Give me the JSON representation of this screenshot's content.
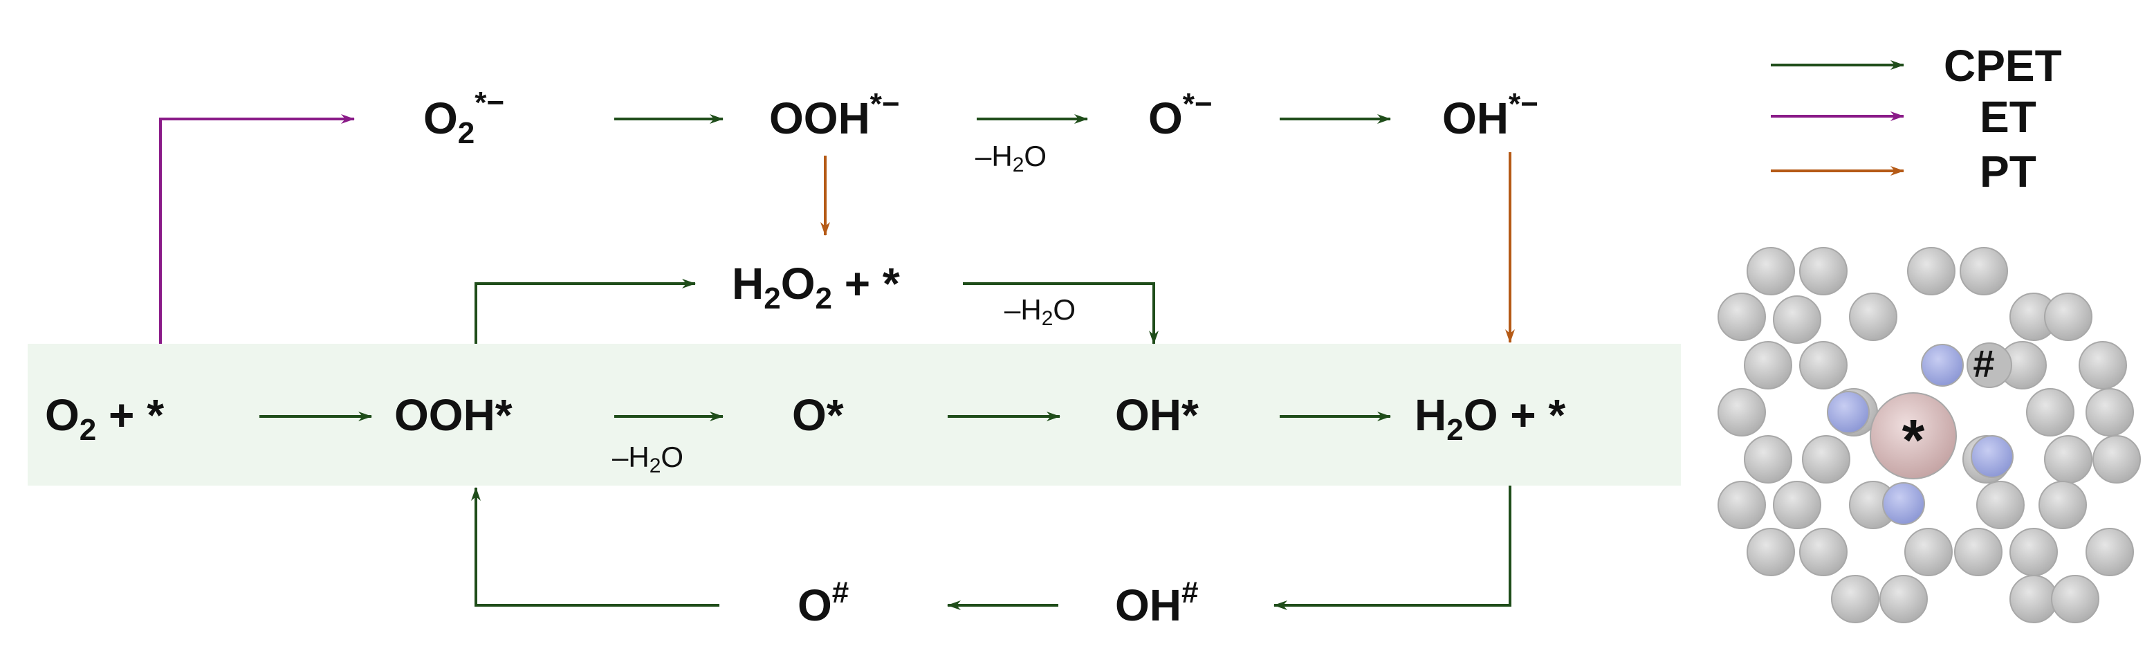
{
  "colors": {
    "cpet": "#1f4d1a",
    "et": "#8a1a88",
    "pt": "#b55a16",
    "band": "#eef6ee",
    "atom_gray": "#c6c6c6",
    "atom_blue": "#a9b3e6",
    "atom_center": "#dcc1c1"
  },
  "legend": [
    {
      "label": "CPET",
      "color_key": "cpet"
    },
    {
      "label": "ET",
      "color_key": "et"
    },
    {
      "label": "PT",
      "color_key": "pt"
    }
  ],
  "species": {
    "o2_star_minus": {
      "main": "O",
      "sub": "2",
      "sup": "*−"
    },
    "ooh_star_minus": {
      "main": "OOH",
      "sup": "*−"
    },
    "o_star_minus": {
      "main": "O",
      "sup": "*−"
    },
    "oh_star_minus": {
      "main": "OH",
      "sup": "*−"
    },
    "h2o2_plus_star": {
      "a": "H",
      "sub1": "2",
      "b": "O",
      "sub2": "2",
      "c": " + *"
    },
    "o2_plus_star": {
      "a": "O",
      "sub": "2",
      "b": " + *"
    },
    "ooh_star": {
      "text": "OOH*"
    },
    "o_star": {
      "text": "O*"
    },
    "oh_star": {
      "text": "OH*"
    },
    "h2o_plus_star": {
      "a": "H",
      "sub": "2",
      "b": "O + *"
    },
    "o_hash": {
      "main": "O",
      "sup": "#"
    },
    "oh_hash": {
      "main": "OH",
      "sup": "#"
    }
  },
  "minus_h2o": {
    "prefix": "–H",
    "sub": "2",
    "suffix": "O"
  },
  "surface": {
    "center_symbol": "*",
    "hash_symbol": "#"
  }
}
